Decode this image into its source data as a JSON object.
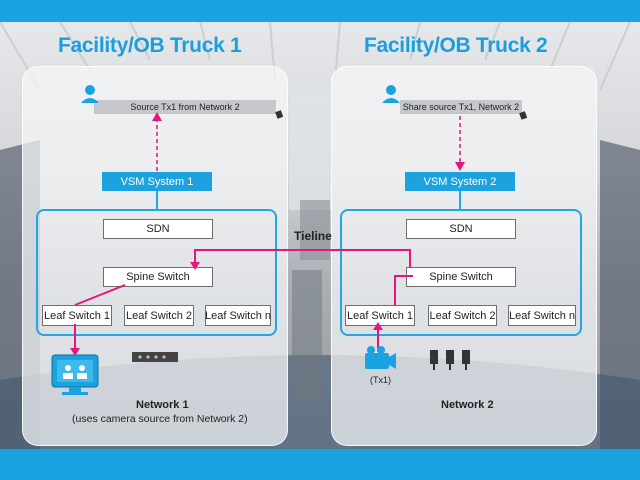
{
  "truck1": {
    "title": "Facility/OB Truck 1",
    "source_label": "Source Tx1 from Network 2",
    "vsm": "VSM System 1",
    "sdn": "SDN",
    "spine": "Spine Switch",
    "leaves": [
      "Leaf Switch 1",
      "Leaf Switch 2",
      "Leaf Switch n"
    ],
    "network_label": "Network 1",
    "network_sub": "(uses camera source from Network 2)"
  },
  "truck2": {
    "title": "Facility/OB Truck 2",
    "source_label": "Share source Tx1, Network 2",
    "vsm": "VSM System 2",
    "sdn": "SDN",
    "spine": "Spine Switch",
    "leaves": [
      "Leaf Switch 1",
      "Leaf Switch 2",
      "Leaf Switch n"
    ],
    "network_label": "Network 2",
    "camera_label": "(Tx1)"
  },
  "tieline_label": "Tieline",
  "colors": {
    "accent_blue": "#1aa3e0",
    "link_pink": "#e5177e",
    "vsm_blue": "#1ba2df"
  },
  "icons": [
    "user-icon",
    "monitor-icon",
    "router-icon",
    "camera-icon",
    "connector-icon"
  ]
}
